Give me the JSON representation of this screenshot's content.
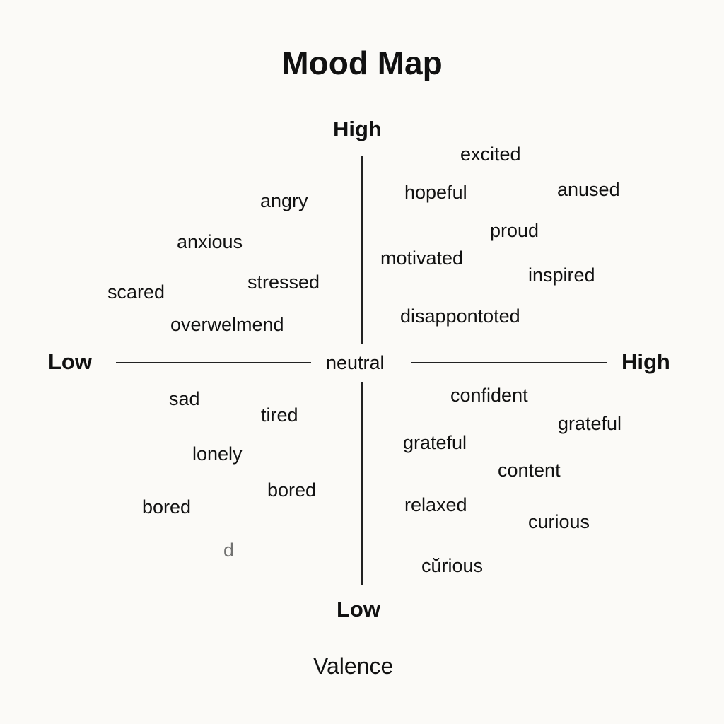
{
  "title": "Mood Map",
  "axes": {
    "top": "High",
    "bottom": "Low",
    "left": "Low",
    "right": "High",
    "x_label": "Valence"
  },
  "center_label": "neutral",
  "words": [
    "excited",
    "hopeful",
    "anused",
    "angry",
    "anxious",
    "proud",
    "motivated",
    "stressed",
    "inspired",
    "scared",
    "overwelmend",
    "disappontoted",
    "sad",
    "tired",
    "confident",
    "grateful",
    "lonely",
    "grateful",
    "content",
    "bored",
    "bored",
    "relaxed",
    "curious",
    "d",
    "cŭrious"
  ]
}
